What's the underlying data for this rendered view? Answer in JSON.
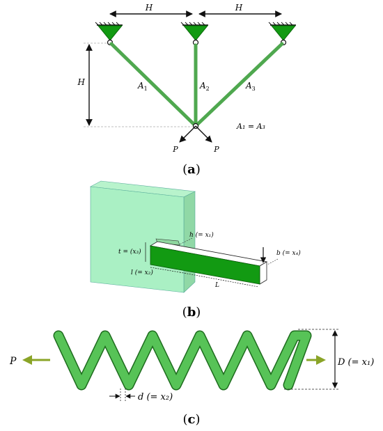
{
  "colors": {
    "green_fill": "#129a12",
    "green_bar": "#4fa84f",
    "green_block": "#aaf0c4",
    "block_side": "#9fe0b4",
    "spring_green": "#57c357",
    "spring_dark": "#1d6b1d",
    "arrow_olive": "#8aa427",
    "text": "#1a1a1a"
  },
  "panel_a": {
    "caption": "(a)",
    "caption_open": "(",
    "caption_letter": "a",
    "caption_close": ")",
    "dim_top_left": "H",
    "dim_top_right": "H",
    "dim_left": "H",
    "bar_1_label": "A",
    "bar_1_sub": "1",
    "bar_2_label": "A",
    "bar_2_sub": "2",
    "bar_3_label": "A",
    "bar_3_sub": "3",
    "area_relation": "A₁ = A₃",
    "load_left": "P",
    "load_right": "P"
  },
  "panel_b": {
    "caption_open": "(",
    "caption_letter": "b",
    "caption_close": ")",
    "label_h": "h (= x₁)",
    "label_t": "t = (x₃)",
    "label_l": "l (= x₂)",
    "label_L": "L",
    "label_b": "b (= x₄)"
  },
  "panel_c": {
    "caption_open": "(",
    "caption_letter": "c",
    "caption_close": ")",
    "load_label": "P",
    "label_D": "D (= x₁)",
    "label_d": "d (= x₂)"
  }
}
